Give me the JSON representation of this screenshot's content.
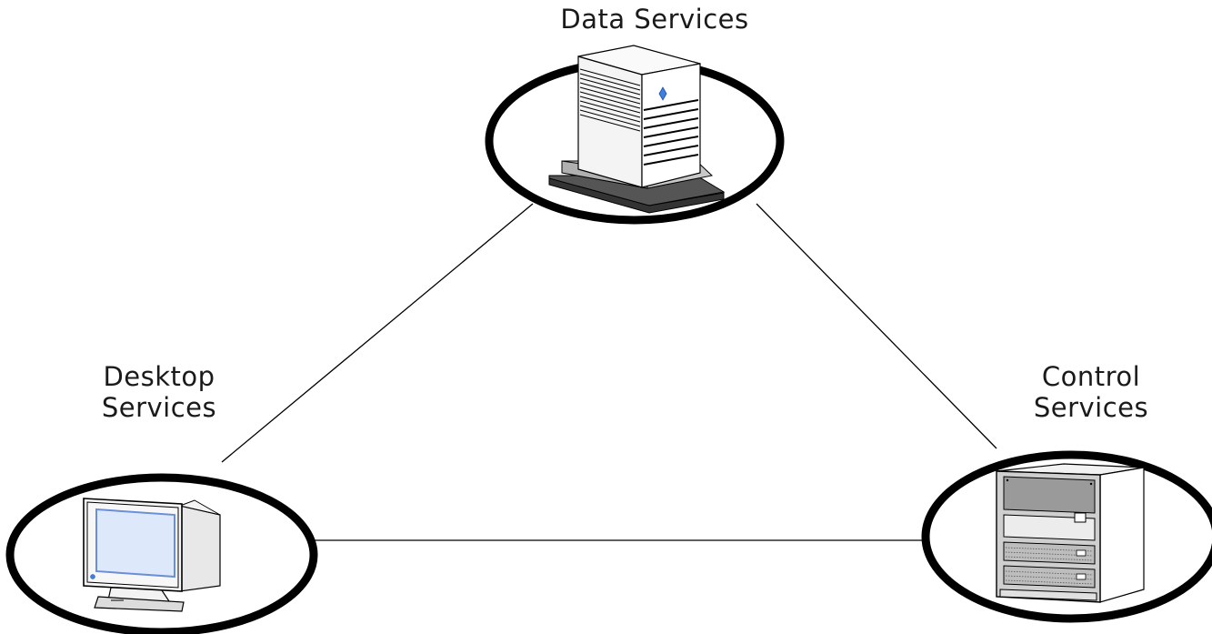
{
  "nodes": {
    "data": {
      "line1": "Data Services",
      "line2": ""
    },
    "desktop": {
      "line1": "Desktop",
      "line2": "Services"
    },
    "control": {
      "line1": "Control",
      "line2": "Services"
    }
  },
  "icons": [
    "server-tower-icon",
    "desktop-computer-icon",
    "rack-server-icon"
  ],
  "colors": {
    "ring": "#000000",
    "line": "#000000",
    "screen": "#dde8fb",
    "screen_border": "#6a8fd8",
    "accent": "#3f7fe0"
  }
}
